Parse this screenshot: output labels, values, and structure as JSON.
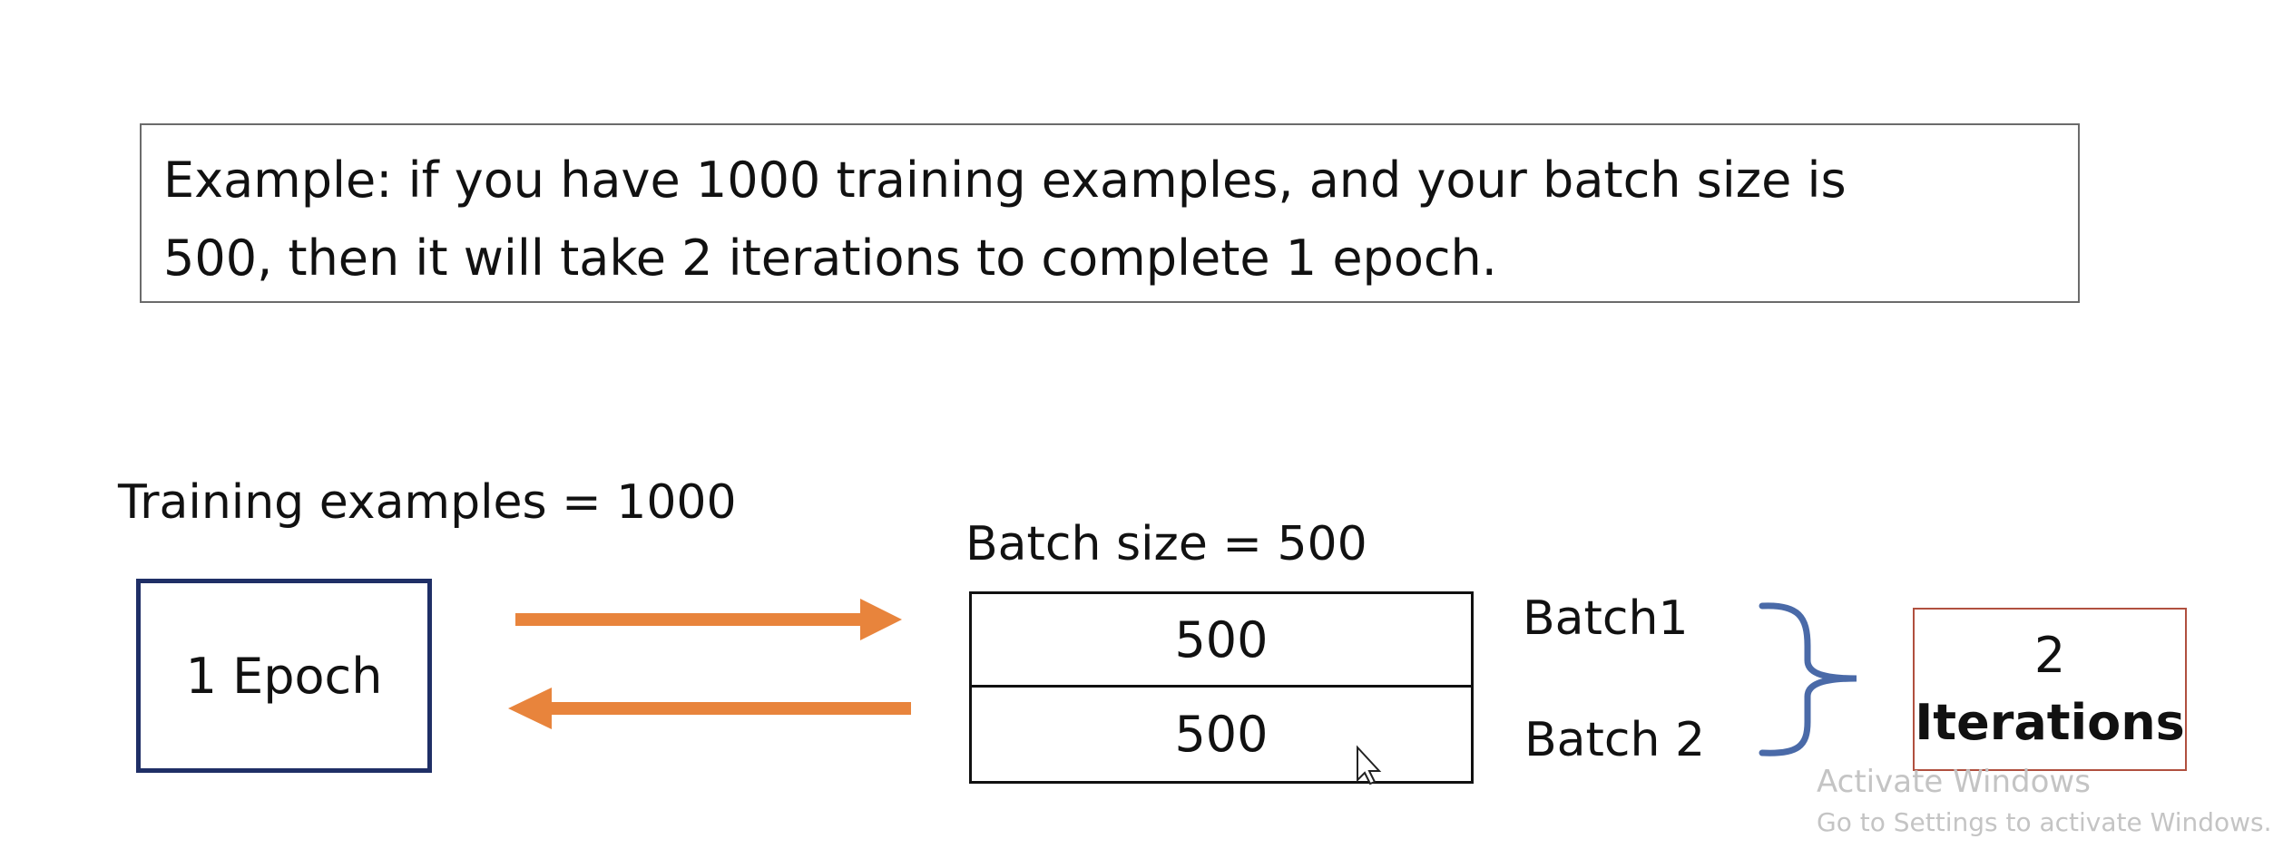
{
  "example": {
    "line1": "Example: if you have 1000 training examples, and your batch size is",
    "line2": "500, then it will take 2 iterations to complete 1 epoch."
  },
  "diagram": {
    "training_label": "Training examples = 1000",
    "epoch_label": "1 Epoch",
    "batch_size_label": "Batch size = 500",
    "batches": [
      {
        "value": "500",
        "name": "Batch1"
      },
      {
        "value": "500",
        "name": "Batch 2"
      }
    ],
    "result": {
      "count": "2",
      "word": "Iterations"
    }
  },
  "colors": {
    "arrow": "#e8843c",
    "epoch_border": "#1f2f66",
    "brace": "#4a6aa8",
    "result_border": "#b0503f"
  },
  "watermark": {
    "line1": "Activate Windows",
    "line2": "Go to Settings to activate Windows."
  }
}
